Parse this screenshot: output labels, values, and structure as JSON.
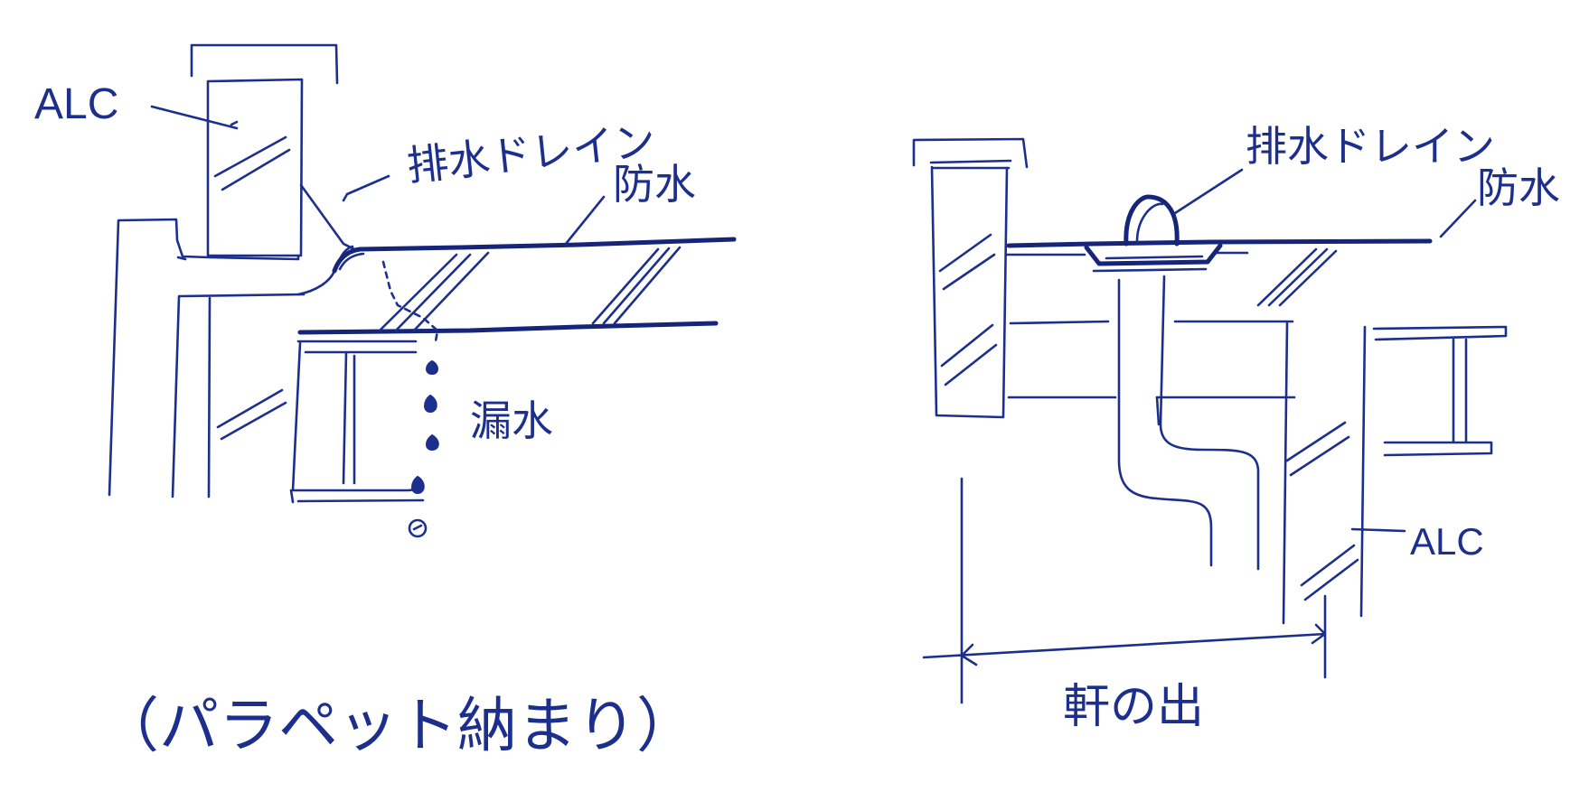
{
  "colors": {
    "ink": "#1d2f8c",
    "paper": "#ffffff"
  },
  "left_detail": {
    "label_alc": "ALC",
    "label_drain": "排水ドレイン",
    "label_waterproof": "防水",
    "label_leak": "漏水",
    "caption": "（パラペット納まり）"
  },
  "right_detail": {
    "label_drain": "排水ドレイン",
    "label_waterproof": "防水",
    "label_alc": "ALC",
    "label_eaves": "軒の出"
  }
}
